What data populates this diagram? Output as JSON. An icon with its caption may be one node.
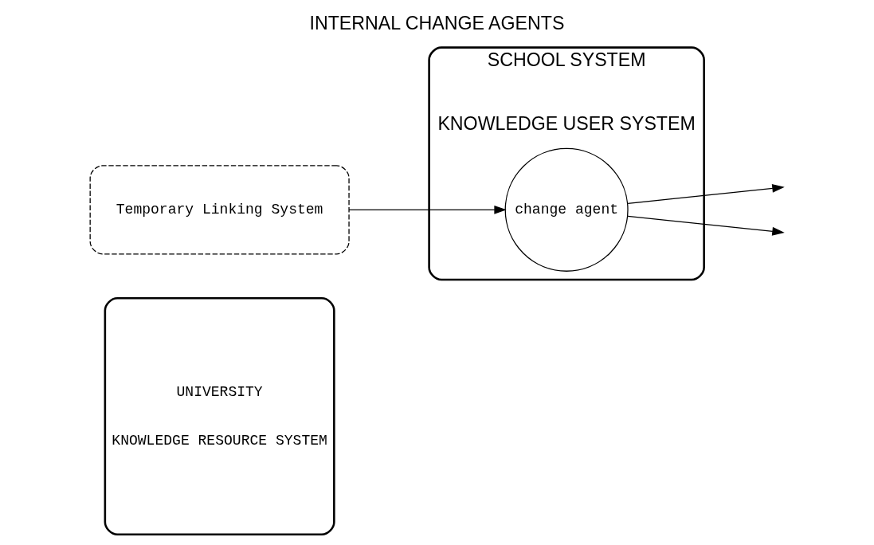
{
  "diagram": {
    "title": "INTERNAL CHANGE AGENTS",
    "nodes": [
      {
        "text": [
          "UNIVERSITY",
          "KNOWLEDGE RESOURCE SYSTEM"
        ]
      },
      {
        "text": [
          "SCHOOL SYSTEM",
          "KNOWLEDGE USER SYSTEM"
        ]
      },
      {
        "text": [
          "Temporary Linking System"
        ]
      },
      {
        "text": [
          "change agent"
        ],
        "in": 1
      }
    ],
    "edges": [
      {
        "from": 2,
        "to": 3,
        "arrow": "to"
      },
      {
        "from": 3,
        "to": null,
        "arrow": "to"
      },
      {
        "from": 3,
        "to": null,
        "arrow": "to"
      }
    ]
  }
}
